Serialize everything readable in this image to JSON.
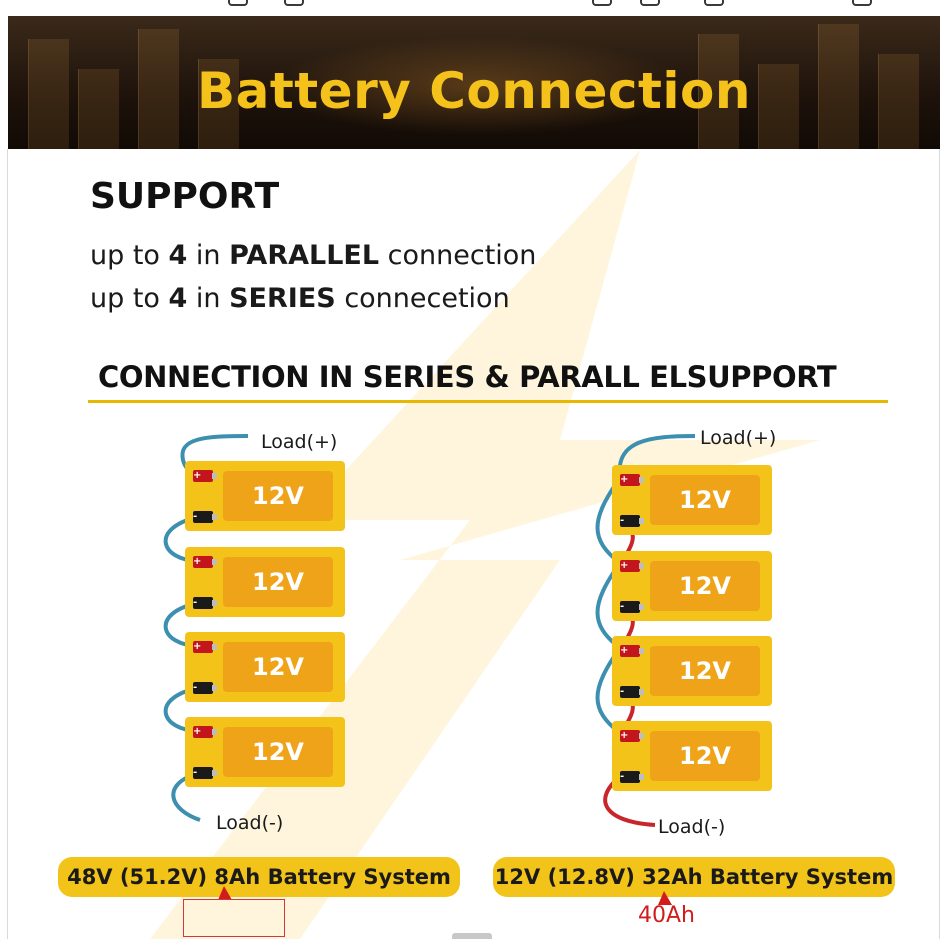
{
  "banner": {
    "title": "Battery Connection"
  },
  "support": {
    "title": "SUPPORT",
    "line1": {
      "pre": "up to ",
      "num": "4",
      "mid": " in ",
      "mode": "PARALLEL",
      "post": " connection"
    },
    "line2": {
      "pre": "up to ",
      "num": "4",
      "mid": " in ",
      "mode": "SERIES",
      "post": " connecetion"
    }
  },
  "connection_heading": "CONNECTION IN SERIES & PARALL ELSUPPORT",
  "series_diagram": {
    "load_pos": "Load(+)",
    "load_neg": "Load(-)",
    "batteries": [
      "12V",
      "12V",
      "12V",
      "12V"
    ],
    "system_label": "48V (51.2V) 8Ah Battery System"
  },
  "parallel_diagram": {
    "load_pos": "Load(+)",
    "load_neg": "Load(-)",
    "batteries": [
      "12V",
      "12V",
      "12V",
      "12V"
    ],
    "system_label": "12V (12.8V) 32Ah Battery System"
  },
  "terminals": {
    "positive": "+",
    "negative": "-"
  },
  "annotation": {
    "text": "40Ah"
  },
  "colors": {
    "accent_yellow": "#f3c319",
    "battery_inner": "#eea318",
    "banner_title": "#f4c21a",
    "wire_blue": "#3d8fb0",
    "wire_red": "#c7262b",
    "annotation_red": "#d21c1c"
  }
}
